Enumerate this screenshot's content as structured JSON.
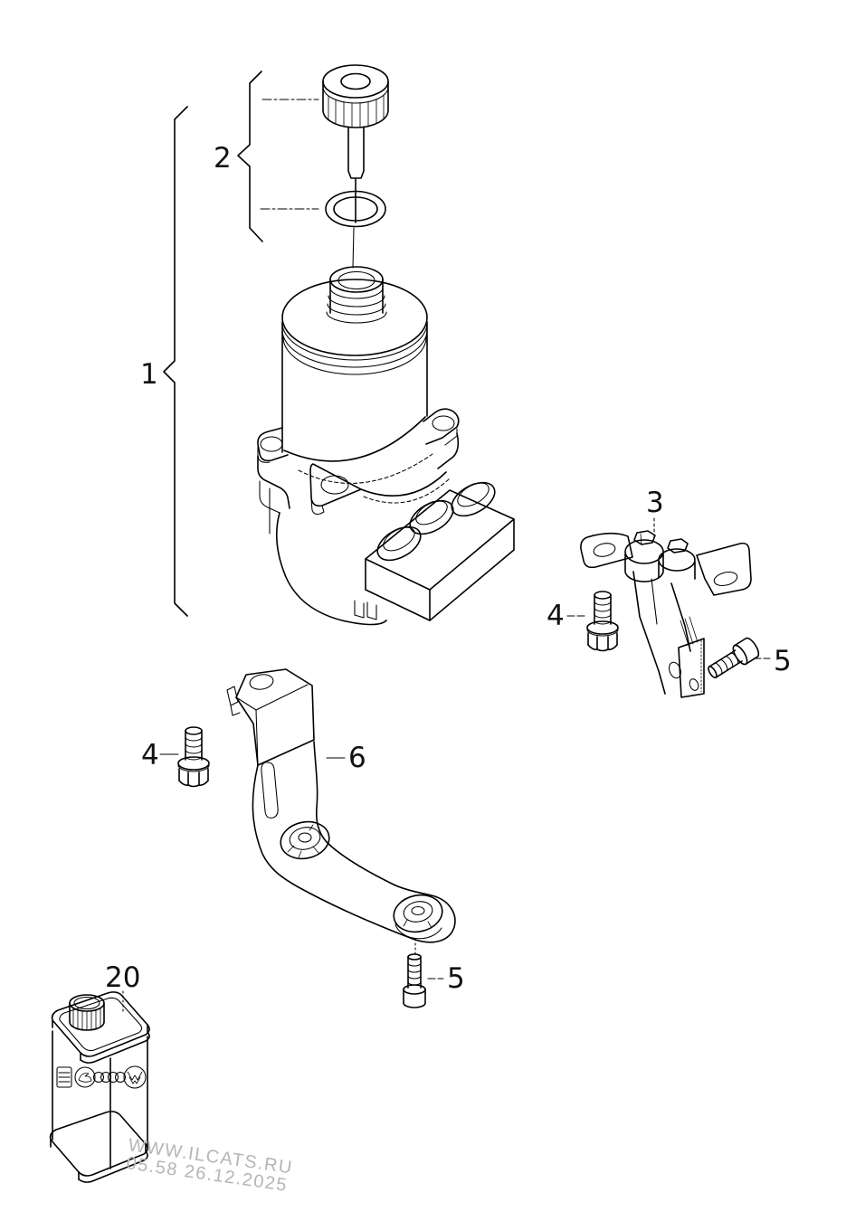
{
  "diagram": {
    "background_color": "#ffffff",
    "line_color": "#000000",
    "label_color": "#111111"
  },
  "callouts": {
    "assembly": "1",
    "cap_and_seal": "2",
    "mounting_bracket": "3",
    "flange_bolt": "4",
    "fitting_screw": "5",
    "support_bracket": "6",
    "hydraulic_fluid": "20"
  },
  "watermark": {
    "site": "WWW.ILCATS.RU",
    "timestamp": "05.58 26.12.2025",
    "color": "#b5b5b5"
  },
  "bottle": {
    "brand_icons": [
      "seat-logo",
      "skoda-logo",
      "audi-rings-logo",
      "vw-logo"
    ]
  }
}
